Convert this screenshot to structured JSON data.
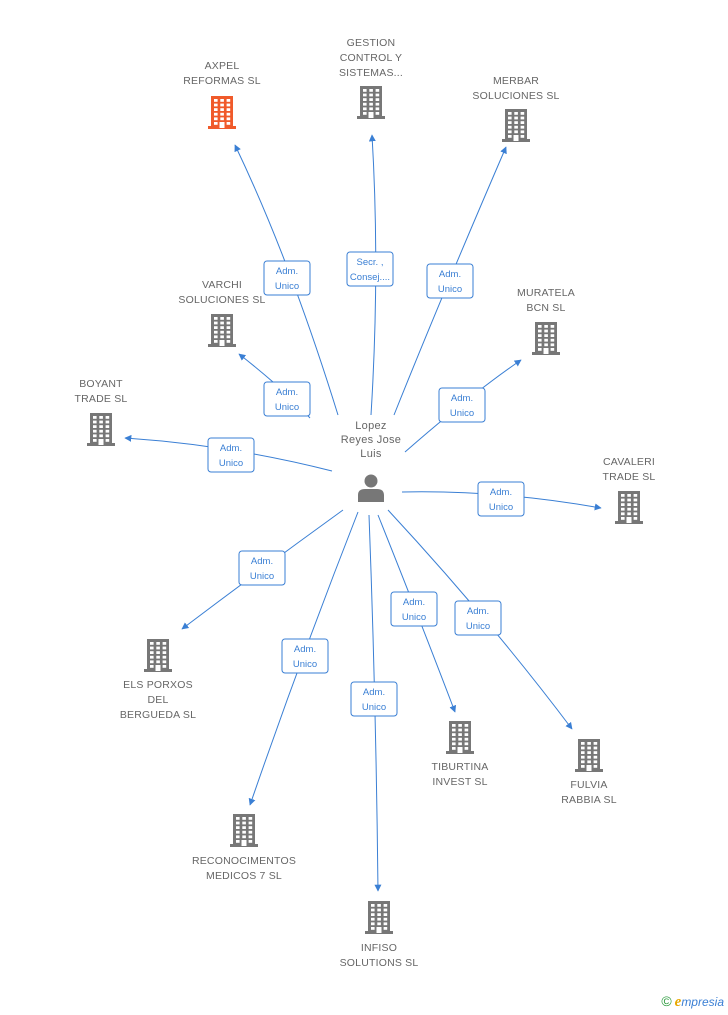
{
  "colors": {
    "edge": "#3a7fd4",
    "company": "#777777",
    "company_highlight": "#f05a2a",
    "person": "#777777",
    "label": "#666666"
  },
  "person": {
    "label": [
      "Lopez",
      "Reyes Jose",
      "Luis"
    ],
    "icon": "person-icon"
  },
  "companies": [
    {
      "id": "axpel",
      "label": [
        "AXPEL",
        "REFORMAS SL"
      ],
      "highlight": true
    },
    {
      "id": "gestion",
      "label": [
        "GESTION",
        "CONTROL Y",
        "SISTEMAS..."
      ]
    },
    {
      "id": "merbar",
      "label": [
        "MERBAR",
        "SOLUCIONES SL"
      ]
    },
    {
      "id": "varchi",
      "label": [
        "VARCHI",
        "SOLUCIONES SL"
      ]
    },
    {
      "id": "muratela",
      "label": [
        "MURATELA",
        "BCN SL"
      ]
    },
    {
      "id": "boyant",
      "label": [
        "BOYANT",
        "TRADE SL"
      ]
    },
    {
      "id": "cavaleri",
      "label": [
        "CAVALERI",
        "TRADE SL"
      ]
    },
    {
      "id": "porxos",
      "label": [
        "ELS PORXOS",
        "DEL",
        "BERGUEDA SL"
      ]
    },
    {
      "id": "tiburtina",
      "label": [
        "TIBURTINA",
        "INVEST SL"
      ]
    },
    {
      "id": "fulvia",
      "label": [
        "FULVIA",
        "RABBIA SL"
      ]
    },
    {
      "id": "reconocimientos",
      "label": [
        "RECONOCIMENTOS",
        "MEDICOS 7 SL"
      ]
    },
    {
      "id": "infiso",
      "label": [
        "INFISO",
        "SOLUTIONS SL"
      ]
    }
  ],
  "relations": [
    {
      "to": "axpel",
      "role": [
        "Adm.",
        "Unico"
      ]
    },
    {
      "to": "gestion",
      "role": [
        "Secr. ,",
        "Consej...."
      ]
    },
    {
      "to": "merbar",
      "role": [
        "Adm.",
        "Unico"
      ]
    },
    {
      "to": "varchi",
      "role": [
        "Adm.",
        "Unico"
      ]
    },
    {
      "to": "muratela",
      "role": [
        "Adm.",
        "Unico"
      ]
    },
    {
      "to": "boyant",
      "role": [
        "Adm.",
        "Unico"
      ]
    },
    {
      "to": "cavaleri",
      "role": [
        "Adm.",
        "Unico"
      ]
    },
    {
      "to": "porxos",
      "role": [
        "Adm.",
        "Unico"
      ]
    },
    {
      "to": "reconocimientos",
      "role": [
        "Adm.",
        "Unico"
      ]
    },
    {
      "to": "infiso",
      "role": [
        "Adm.",
        "Unico"
      ]
    },
    {
      "to": "tiburtina",
      "role": [
        "Adm.",
        "Unico"
      ]
    },
    {
      "to": "fulvia",
      "role": [
        "Adm.",
        "Unico"
      ]
    }
  ],
  "footer": {
    "copyright": "©",
    "brand_first": "e",
    "brand_rest": "mpresia"
  }
}
